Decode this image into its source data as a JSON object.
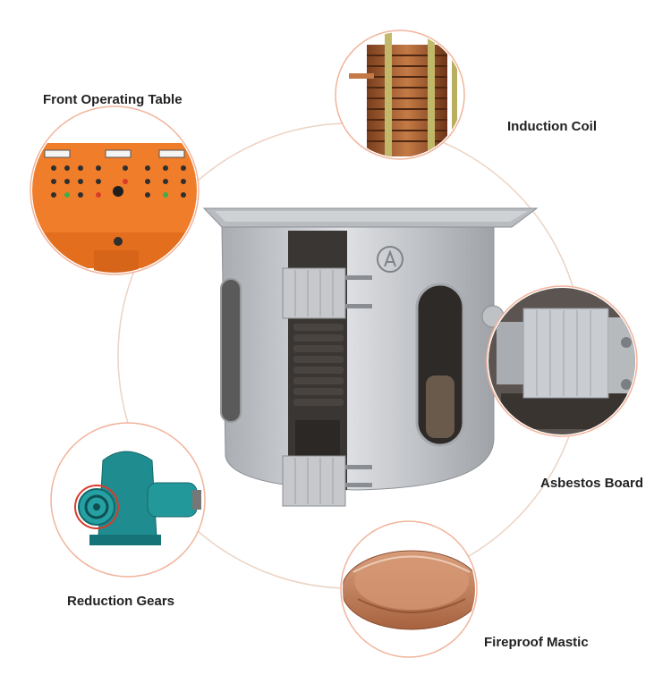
{
  "labels": {
    "front_operating_table": "Front Operating Table",
    "induction_coil": "Induction Coil",
    "asbestos_board": "Asbestos Board",
    "reduction_gears": "Reduction Gears",
    "fireproof_mastic": "Fireproof Mastic"
  },
  "colors": {
    "ring": "#e9c9b6",
    "callout_border": "#f1b49b",
    "panel_orange": "#f07d2a",
    "copper": "#b8693a",
    "steel": "#c9ccd0",
    "gear_teal": "#1f8c8f",
    "mastic": "#c9876a"
  }
}
